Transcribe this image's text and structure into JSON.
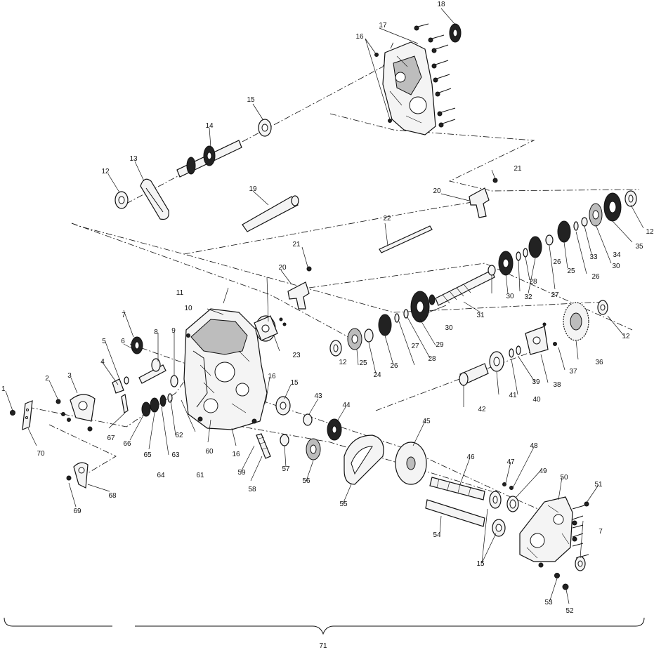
{
  "callouts": {
    "c1": "1",
    "c2": "2",
    "c3": "3",
    "c4": "4",
    "c5": "5",
    "c6": "6",
    "c7": "7",
    "c7b": "7",
    "c8": "8",
    "c9": "9",
    "c10": "10",
    "c11": "11",
    "c12a": "12",
    "c12b": "12",
    "c12c": "12",
    "c12d": "12",
    "c13": "13",
    "c14": "14",
    "c15a": "15",
    "c15b": "15",
    "c15c": "15",
    "c16a": "16",
    "c16b": "16",
    "c16c": "16",
    "c17": "17",
    "c18": "18",
    "c19": "19",
    "c20a": "20",
    "c20b": "20",
    "c21a": "21",
    "c21b": "21",
    "c22": "22",
    "c23": "23",
    "c24": "24",
    "c25a": "25",
    "c25b": "25",
    "c26a": "26",
    "c26b": "26",
    "c26c": "26",
    "c27a": "27",
    "c27b": "27",
    "c28a": "28",
    "c28b": "28",
    "c29": "29",
    "c30a": "30",
    "c30b": "30",
    "c30c": "30",
    "c31": "31",
    "c32": "32",
    "c33": "33",
    "c34": "34",
    "c35": "35",
    "c36": "36",
    "c37": "37",
    "c38": "38",
    "c39": "39",
    "c40": "40",
    "c41": "41",
    "c42": "42",
    "c43": "43",
    "c44": "44",
    "c45": "45",
    "c46": "46",
    "c47": "47",
    "c48": "48",
    "c49": "49",
    "c50": "50",
    "c51": "51",
    "c52": "52",
    "c53a": "53",
    "c53b": "63",
    "c54": "54",
    "c55": "55",
    "c56": "56",
    "c57": "57",
    "c58": "58",
    "c59": "59",
    "c60": "60",
    "c61": "61",
    "c62": "62",
    "c63": "63",
    "c64": "64",
    "c65": "65",
    "c66": "66",
    "c67": "67",
    "c68": "68",
    "c69": "69",
    "c70": "70",
    "c71": "71"
  }
}
